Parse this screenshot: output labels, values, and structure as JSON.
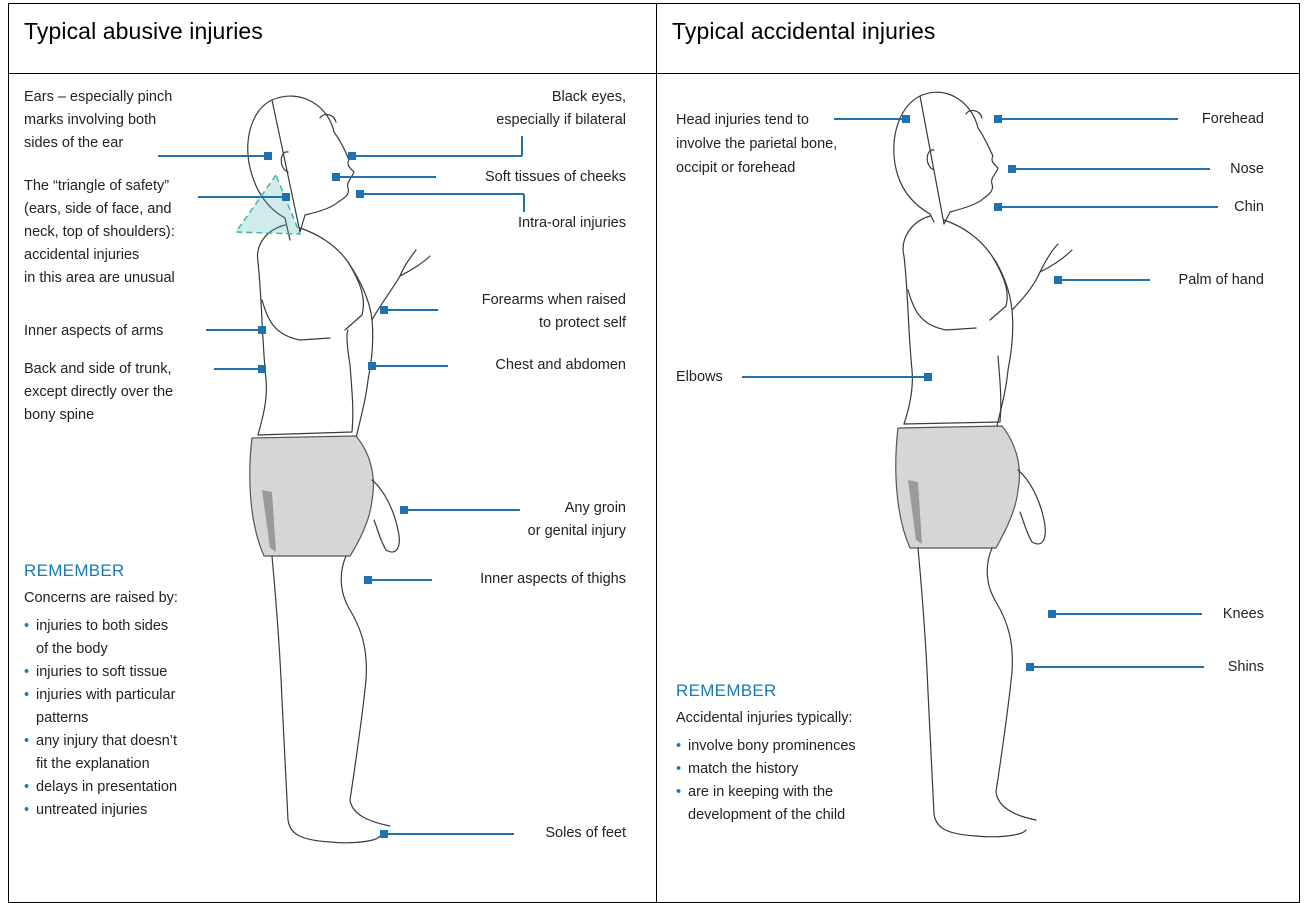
{
  "headers": {
    "left": "Typical abusive injuries",
    "right": "Typical accidental injuries"
  },
  "abusive": {
    "labels": {
      "ears": "Ears – especially pinch\nmarks involving both\nsides of the ear",
      "triangle": "The “triangle of safety”\n(ears, side of face, and\nneck, top of shoulders):\naccidental injuries\nin this area are unusual",
      "inner_arms": "Inner aspects of arms",
      "back_trunk": "Back and side of trunk,\nexcept directly over the\nbony spine",
      "black_eyes": "Black eyes,\nespecially if bilateral",
      "cheeks": "Soft tissues of cheeks",
      "intra_oral": "Intra-oral injuries",
      "forearms": "Forearms when raised\nto protect self",
      "chest": "Chest and abdomen",
      "groin": "Any groin\nor genital injury",
      "thighs": "Inner aspects of thighs",
      "soles": "Soles of feet"
    },
    "remember": {
      "title": "REMEMBER",
      "intro": "Concerns are raised by:",
      "items": [
        "injuries to both sides\nof the body",
        "injuries to soft tissue",
        "injuries with particular\npatterns",
        "any injury that doesn’t\nfit the explanation",
        "delays in presentation",
        "untreated injuries"
      ]
    }
  },
  "accidental": {
    "labels": {
      "head": "Head injuries tend to\ninvolve the parietal bone,\noccipit or forehead",
      "forehead": "Forehead",
      "nose": "Nose",
      "chin": "Chin",
      "palm": "Palm of hand",
      "elbows": "Elbows",
      "knees": "Knees",
      "shins": "Shins"
    },
    "remember": {
      "title": "REMEMBER",
      "intro": "Accidental injuries typically:",
      "items": [
        "involve bony prominences",
        "match the history",
        "are in keeping with the\ndevelopment of the child"
      ]
    }
  },
  "colors": {
    "accent": "#1a7ab5",
    "leader": "#1f72ad",
    "shorts": "#d6d6d6",
    "shorts_dark": "#9a9a9a",
    "triangle": "#3fb3b0"
  }
}
